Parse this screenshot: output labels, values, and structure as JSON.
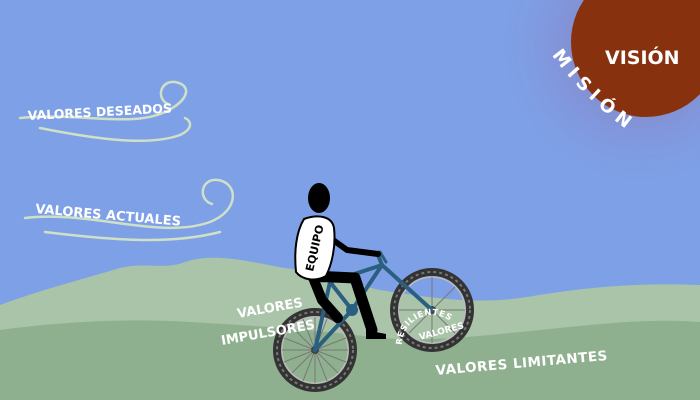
{
  "labels": {
    "vision": "VISIÓN",
    "mision": "MISIÓN",
    "valores_deseados": "VALORES DESEADOS",
    "valores_actuales": "VALORES ACTUALES",
    "equipo": "EQUIPO",
    "valores": "VALORES",
    "impulsores": "IMPULSORES",
    "resiliencia_front": "RESILIENTES",
    "resiliencia_valores": "VALORES",
    "valores_limitantes": "VALORES LIMITANTES"
  },
  "colors": {
    "sky": "#7ea0e6",
    "sun": "#87310f",
    "hill_far": "#a9c4a8",
    "hill_near": "#8fb08e",
    "bike_frame": "#2a5f80",
    "rider": "#000000",
    "wind": "#cfe0c6"
  }
}
